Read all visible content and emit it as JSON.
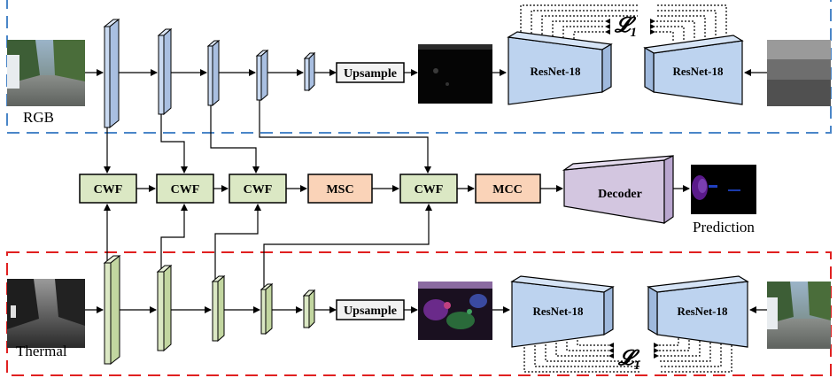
{
  "labels": {
    "rgb": "RGB",
    "thermal": "Thermal",
    "prediction": "Prediction",
    "loss_top": "𝓛",
    "loss_top_sub": "1",
    "loss_bottom": "𝓛",
    "loss_bottom_sub": "1"
  },
  "blocks": {
    "upsample_top": "Upsample",
    "upsample_bottom": "Upsample",
    "resnet_top_left": "ResNet-18",
    "resnet_top_right": "ResNet-18",
    "resnet_bottom_left": "ResNet-18",
    "resnet_bottom_right": "ResNet-18",
    "cwf_1": "CWF",
    "cwf_2": "CWF",
    "cwf_3": "CWF",
    "cwf_4": "CWF",
    "msc": "MSC",
    "mcc": "MCC",
    "decoder": "Decoder"
  },
  "colors": {
    "rgb_encoder": "#c9d9f0",
    "thermal_encoder": "#dbe8c4",
    "cwf": "#dbe8c4",
    "msc_mcc": "#fad3b8",
    "decoder": "#d3c6e0",
    "resnet": "#bdd3ef",
    "top_dashed_border": "#4a86c8",
    "bottom_dashed_border": "#e02020"
  }
}
